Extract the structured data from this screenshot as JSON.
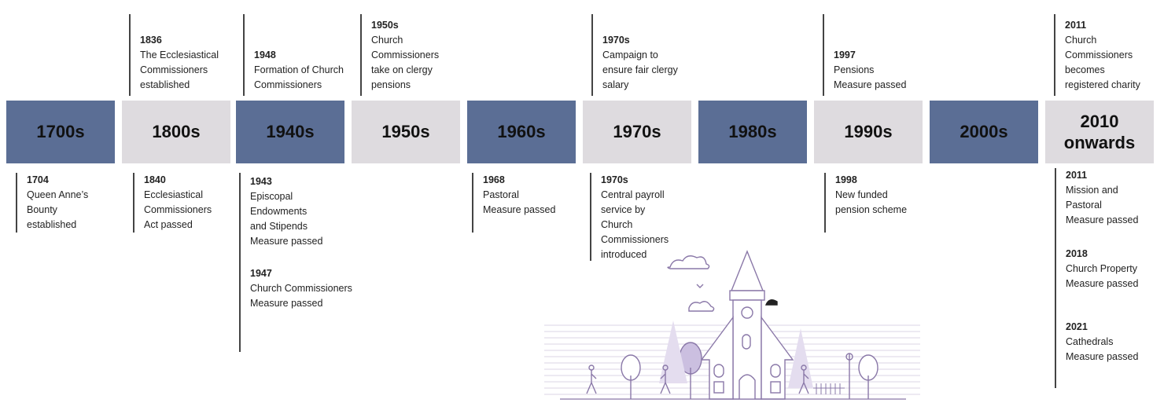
{
  "bands": [
    {
      "label": "1700s",
      "style": "dark"
    },
    {
      "label": "1800s",
      "style": "light"
    },
    {
      "label": "1940s",
      "style": "dark"
    },
    {
      "label": "1950s",
      "style": "light"
    },
    {
      "label": "1960s",
      "style": "dark"
    },
    {
      "label": "1970s",
      "style": "light"
    },
    {
      "label": "1980s",
      "style": "dark"
    },
    {
      "label": "1990s",
      "style": "light"
    },
    {
      "label": "2000s",
      "style": "dark"
    },
    {
      "label": "2010\nonwards",
      "style": "light"
    }
  ],
  "events_above": [
    {
      "year": "1836",
      "text": "The Ecclesiastical\nCommissioners\nestablished"
    },
    {
      "year": "1948",
      "text": "Formation of Church\nCommissioners"
    },
    {
      "year": "1950s",
      "text": "Church\nCommissioners\ntake on clergy\npensions"
    },
    {
      "year": "1970s",
      "text": "Campaign to\nensure fair clergy\nsalary"
    },
    {
      "year": "1997",
      "text": "Pensions\nMeasure passed"
    },
    {
      "year": "2011",
      "text": "Church\nCommissioners\nbecomes\nregistered charity"
    }
  ],
  "events_below": [
    {
      "year": "1704",
      "text": "Queen Anne’s\nBounty\nestablished"
    },
    {
      "year": "1840",
      "text": "Ecclesiastical\nCommissioners\nAct passed"
    },
    {
      "year": "1943",
      "text": "Episcopal\nEndowments\nand Stipends\nMeasure passed"
    },
    {
      "year": "1947",
      "text": "Church Commissioners\nMeasure passed"
    },
    {
      "year": "1968",
      "text": "Pastoral\nMeasure passed"
    },
    {
      "year": "1970s",
      "text": "Central payroll\nservice by\nChurch\nCommissioners\nintroduced"
    },
    {
      "year": "1998",
      "text": "New funded\npension scheme"
    },
    {
      "year": "2011",
      "text": "Mission and\nPastoral\nMeasure passed"
    },
    {
      "year": "2018",
      "text": "Church Property\nMeasure passed"
    },
    {
      "year": "2021",
      "text": "Cathedrals\nMeasure passed"
    }
  ],
  "colors": {
    "dark_band": "#5b6e95",
    "light_band": "#dedbdf",
    "illustration": "#8a78a8"
  }
}
